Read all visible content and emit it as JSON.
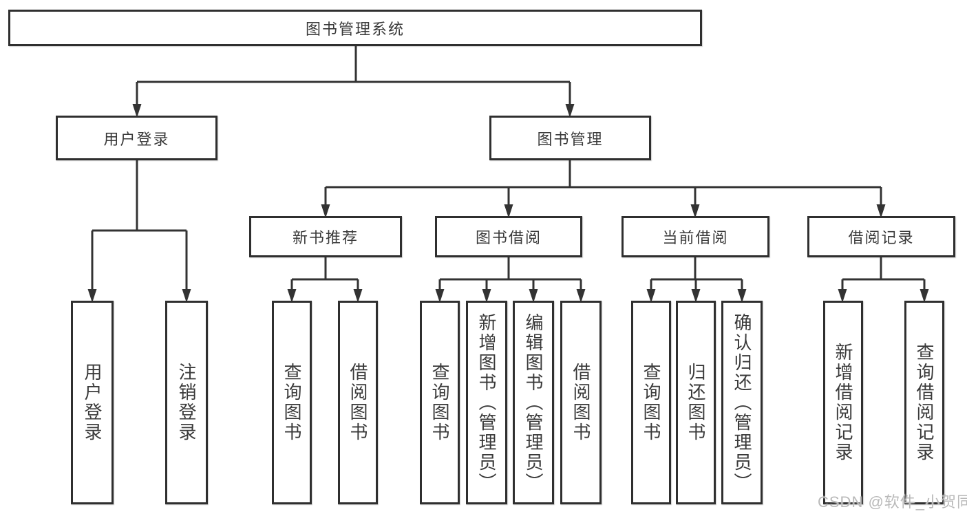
{
  "palette": {
    "line": "#333333",
    "text": "#3a3a3a",
    "box_border": "#2f2f2f",
    "background": "#ffffff",
    "watermark": "#b9b9b9"
  },
  "diagram": {
    "root": {
      "label": "图书管理系统"
    },
    "branches": {
      "user_login": {
        "label": "用户登录",
        "children": {
          "login": "用户登录",
          "logout": "注销登录"
        }
      },
      "book_mgmt": {
        "label": "图书管理",
        "children": {
          "new_book": {
            "label": "新书推荐",
            "children": {
              "query": "查询图书",
              "borrow": "借阅图书"
            }
          },
          "borrowing": {
            "label": "图书借阅",
            "children": {
              "query": "查询图书",
              "add": "新增图书（管理员）",
              "edit": "编辑图书（管理员）",
              "borrow": "借阅图书"
            }
          },
          "current": {
            "label": "当前借阅",
            "children": {
              "query": "查询图书",
              "return": "归还图书",
              "confirm": "确认归还（管理员）"
            }
          },
          "records": {
            "label": "借阅记录",
            "children": {
              "add": "新增借阅记录",
              "query": "查询借阅记录"
            }
          }
        }
      }
    }
  },
  "watermark": {
    "text": "CSDN @软件_小贺同学"
  }
}
